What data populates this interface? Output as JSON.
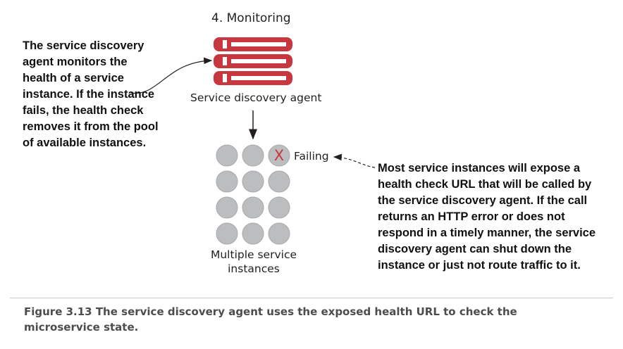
{
  "diagram": {
    "stage_title": "4. Monitoring",
    "agent_label": "Service discovery agent",
    "failing_label": "Failing",
    "failed_marker": "X",
    "instances_label": "Multiple service instances",
    "left_note": "The service discovery agent monitors the health of a service instance. If the instance fails, the health check removes it from the pool of available instances.",
    "right_note": "Most service instances will expose a health check URL that will be called by the service discovery agent. If the call returns an HTTP error or does not respond in a timely manner, the service discovery agent can shut down the instance or just not route traffic to it.",
    "instance_grid": {
      "rows": 4,
      "cols": 3,
      "failed": [
        {
          "row": 0,
          "col": 2
        }
      ]
    }
  },
  "caption": {
    "text": "Figure 3.13  The service discovery agent uses the exposed health URL to check the microservice state."
  },
  "colors": {
    "agent_red": "#c8363f",
    "instance_gray": "#bcbdbf",
    "instance_stroke": "#a7a9ac",
    "failed_x": "#c8363f",
    "caption_text": "#4d4d4d"
  },
  "icons": {
    "agent": "server-stack-icon",
    "instance": "circle-icon"
  }
}
